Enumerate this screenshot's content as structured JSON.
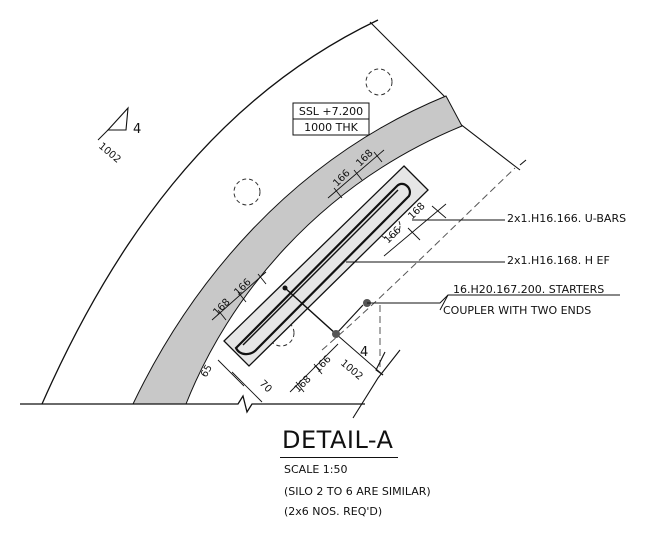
{
  "level_box": {
    "elevation": "SSL +7.200",
    "thickness": "1000 THK"
  },
  "section_marker_top": {
    "number": "4",
    "ref": "1002"
  },
  "section_marker_bottom": {
    "number": "4",
    "ref": "1002"
  },
  "rebar_notes": {
    "u_bars": "2x1.H16.166. U-BARS",
    "h_ef": "2x1.H16.168. H EF",
    "starters": "16.H20.167.200. STARTERS",
    "coupler": "COUPLER WITH TWO ENDS"
  },
  "dimensions": {
    "top_168": "168",
    "top_166": "166",
    "right_168": "168",
    "right_166": "166",
    "left_168": "168",
    "left_166": "166",
    "cover_65": "65",
    "cover_70": "70",
    "bottom_168": "168",
    "bottom_166": "166"
  },
  "title": {
    "heading": "DETAIL-A",
    "scale": "SCALE 1:50",
    "note1": "(SILO 2 TO 6 ARE SIMILAR)",
    "note2": "(2x6 NOS. REQ'D)"
  },
  "colors": {
    "line": "#111111",
    "wall_fill": "#c8c8c8",
    "paper": "#ffffff"
  }
}
